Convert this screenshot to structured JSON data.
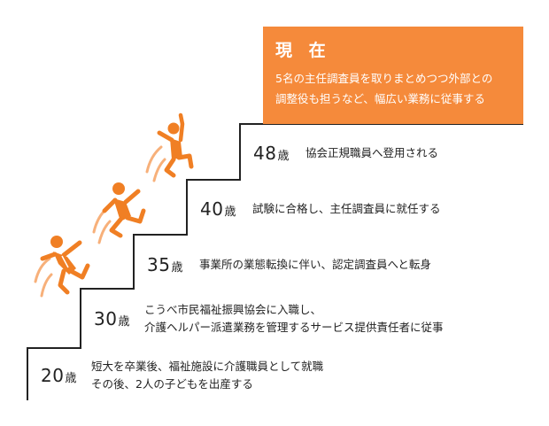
{
  "current": {
    "title": "現 在",
    "lines": [
      "5名の主任調査員を取りまとめつつ外部との",
      "調整役も担うなど、幅広い業務に従事する"
    ]
  },
  "steps": [
    {
      "age": "20",
      "unit": "歳",
      "lines": [
        "短大を卒業後、福祉施設に介護職員として就職",
        "その後、2人の子どもを出産する"
      ]
    },
    {
      "age": "30",
      "unit": "歳",
      "lines": [
        "こうべ市民福祉振興協会に入職し、",
        "介護ヘルパー派遣業務を管理するサービス提供責任者に従事"
      ]
    },
    {
      "age": "35",
      "unit": "歳",
      "lines": [
        "事業所の業態転換に伴い、認定調査員へと転身"
      ]
    },
    {
      "age": "40",
      "unit": "歳",
      "lines": [
        "試験に合格し、主任調査員に就任する"
      ]
    },
    {
      "age": "48",
      "unit": "歳",
      "lines": [
        "協会正規職員へ登用される"
      ]
    }
  ],
  "colors": {
    "accent": "#f58a3b",
    "stair": "#222222",
    "text": "#222222"
  },
  "icons": [
    "jumping-person-icon"
  ]
}
